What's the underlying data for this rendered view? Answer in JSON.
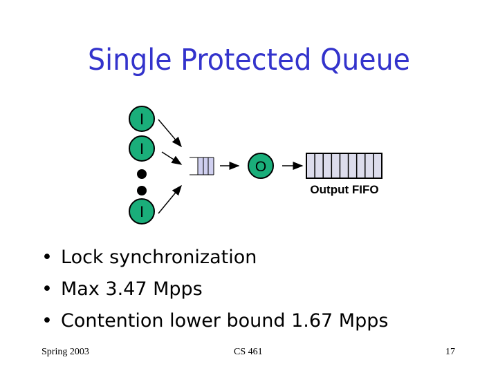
{
  "title": "Single Protected Queue",
  "diagram": {
    "input_labels": [
      "I",
      "I",
      "I"
    ],
    "output_label": "O",
    "fifo_label": "Output FIFO",
    "colors": {
      "node_fill": "#1aae7a",
      "queue_fill": "#d0d0f0"
    }
  },
  "bullets": [
    "Lock synchronization",
    "Max 3.47 Mpps",
    "Contention lower bound 1.67 Mpps"
  ],
  "footer": {
    "left": "Spring 2003",
    "center": "CS 461",
    "right": "17"
  }
}
